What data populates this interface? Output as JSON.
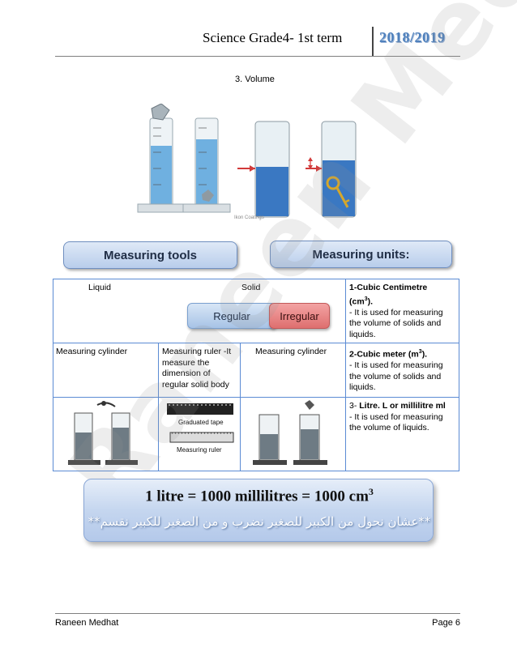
{
  "header": {
    "title": "Science Grade4- 1st term",
    "year": "2018/2019"
  },
  "section_title": "3. Volume",
  "image_caption": "Ikon Coatings",
  "buttons": {
    "tools": "Measuring tools",
    "units": "Measuring units:"
  },
  "table": {
    "liquid": "Liquid",
    "solid": "Solid",
    "regular": "Regular",
    "irregular": "Irregular",
    "unit1_title": "1-Cubic Centimetre",
    "unit1_symbol": "(cm",
    "unit1_sup": "3",
    "unit1_close": ").",
    "unit1_desc": "- It is used for measuring the volume of solids and liquids.",
    "row2_col1": "Measuring cylinder",
    "row2_col2": "Measuring ruler -It measure the dimension of regular solid body",
    "row2_col3": "Measuring cylinder",
    "unit2_title": "2-Cubic meter (m",
    "unit2_sup": "3",
    "unit2_close": ").",
    "unit2_desc": " - It is used for measuring the volume of solids and liquids.",
    "unit3_prefix": "3- ",
    "unit3_title": "Litre. L or millilitre ml",
    "unit3_desc": "- It is used for measuring the volume of liquids.",
    "tape_label": "Graduated tape",
    "ruler_label": "Measuring ruler"
  },
  "formula": {
    "text": "1 litre = 1000 millilitres = 1000 cm",
    "sup": "3",
    "note": "**عشان نحول من الكبير للصغير نضرب و من الصغير للكبير نقسم**"
  },
  "watermark": "Raneen Medhat",
  "footer": {
    "author": "Raneen Medhat",
    "page": "Page 6"
  }
}
